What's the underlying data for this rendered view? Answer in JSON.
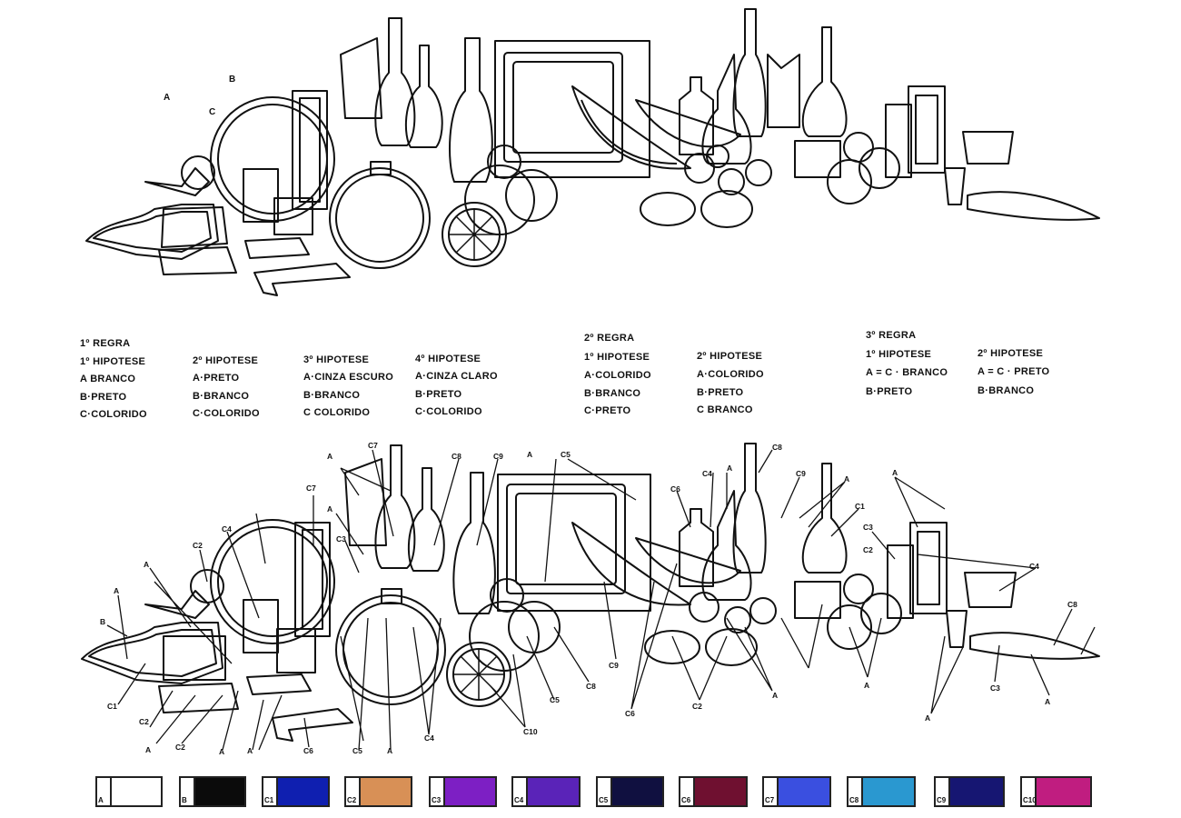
{
  "top_labels": [
    "A",
    "B",
    "C"
  ],
  "rules": {
    "rule1": {
      "title": "1º REGRA",
      "columns": [
        [
          "1º HIPOTESE",
          "A BRANCO",
          "B·PRETO",
          "C·COLORIDO"
        ],
        [
          "2º HIPOTESE",
          "A·PRETO",
          "B·BRANCO",
          "C·COLORIDO"
        ],
        [
          "3º HIPOTESE",
          "A·CINZA ESCURO",
          "B·BRANCO",
          "C COLORIDO"
        ],
        [
          "4º HIPOTESE",
          "A·CINZA CLARO",
          "B·PRETO",
          "C·COLORIDO"
        ]
      ]
    },
    "rule2": {
      "title": "2º REGRA",
      "columns": [
        [
          "1º HIPOTESE",
          "A·COLORIDO",
          "B·BRANCO",
          "C·PRETO"
        ],
        [
          "2º HIPOTESE",
          "A·COLORIDO",
          "B·PRETO",
          "C BRANCO"
        ]
      ]
    },
    "rule3": {
      "title": "3º REGRA",
      "columns": [
        [
          "1º HIPOTESE",
          "A = C · BRANCO",
          "B·PRETO"
        ],
        [
          "2º HIPOTESE",
          "A = C · PRETO",
          "B·BRANCO"
        ]
      ]
    }
  },
  "callouts": [
    "A",
    "C7",
    "C8",
    "C9",
    "A",
    "C5",
    "C8",
    "C7",
    "A",
    "C3",
    "C4",
    "C2",
    "A",
    "A",
    "B",
    "C1",
    "C2",
    "A",
    "C2",
    "A",
    "A",
    "C6",
    "C5",
    "A",
    "C4",
    "C10",
    "C8",
    "C9",
    "C6",
    "C2",
    "A",
    "C5",
    "C4",
    "A",
    "C6",
    "C9",
    "A",
    "C1",
    "C3",
    "C2",
    "A",
    "A",
    "C4",
    "C8",
    "C3",
    "A",
    "A"
  ],
  "swatches": [
    {
      "code": "A",
      "color": "#ffffff"
    },
    {
      "code": "B",
      "color": "#0b0b0b"
    },
    {
      "code": "C1",
      "color": "#0f1fb0"
    },
    {
      "code": "C2",
      "color": "#d89056"
    },
    {
      "code": "C3",
      "color": "#7d1fc4"
    },
    {
      "code": "C4",
      "color": "#5a23b8"
    },
    {
      "code": "C5",
      "color": "#101040"
    },
    {
      "code": "C6",
      "color": "#6f1030"
    },
    {
      "code": "C7",
      "color": "#3a4fe0"
    },
    {
      "code": "C8",
      "color": "#2a98d0"
    },
    {
      "code": "C9",
      "color": "#161672"
    },
    {
      "code": "C10",
      "color": "#c01d80"
    }
  ]
}
